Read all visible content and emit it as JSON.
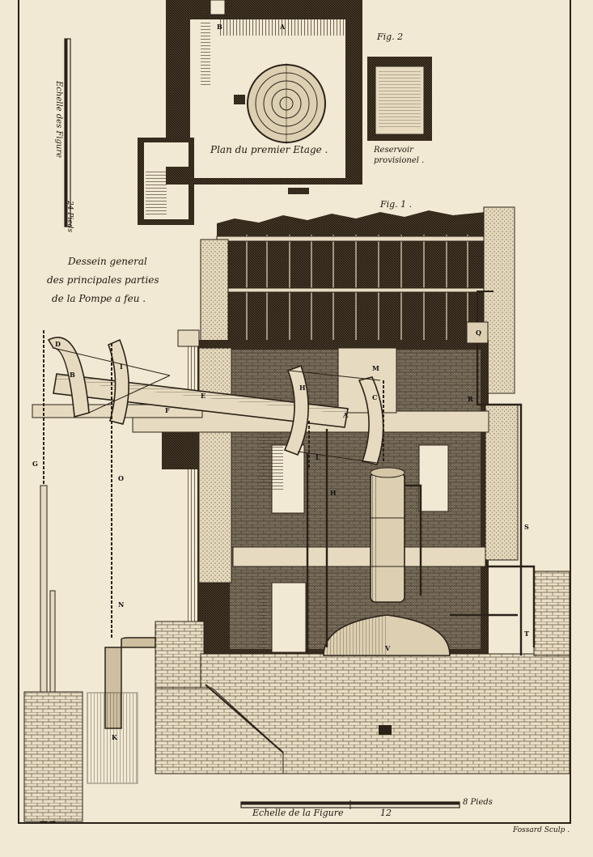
{
  "fig2": {
    "label": "Fig. 2",
    "plan_label": "Plan du premier Etage .",
    "reservoir_line1": "Reservoir",
    "reservoir_line2": "provisionel .",
    "letters": {
      "b": "B",
      "a": "A"
    }
  },
  "fig1": {
    "label": "Fig. 1 .",
    "title_line1": "Dessein general",
    "title_line2": "des principales parties",
    "title_line3": "de la Pompe a feu .",
    "letters": [
      "D",
      "B",
      "I",
      "E",
      "F",
      "H",
      "M",
      "C",
      "A",
      "R",
      "Q",
      "G",
      "O",
      "L",
      "H",
      "N",
      "K",
      "S",
      "V",
      "T"
    ]
  },
  "scale_vertical": {
    "label": "Echelle des Figure",
    "end": "24 Pieds"
  },
  "scale_horizontal": {
    "label": "Echelle de la Figure",
    "mid": "12",
    "end": "8 Pieds"
  },
  "engraver": "Fossard Sculp .",
  "colors": {
    "paper": "#f1e9d3",
    "ink": "#2a2218"
  }
}
